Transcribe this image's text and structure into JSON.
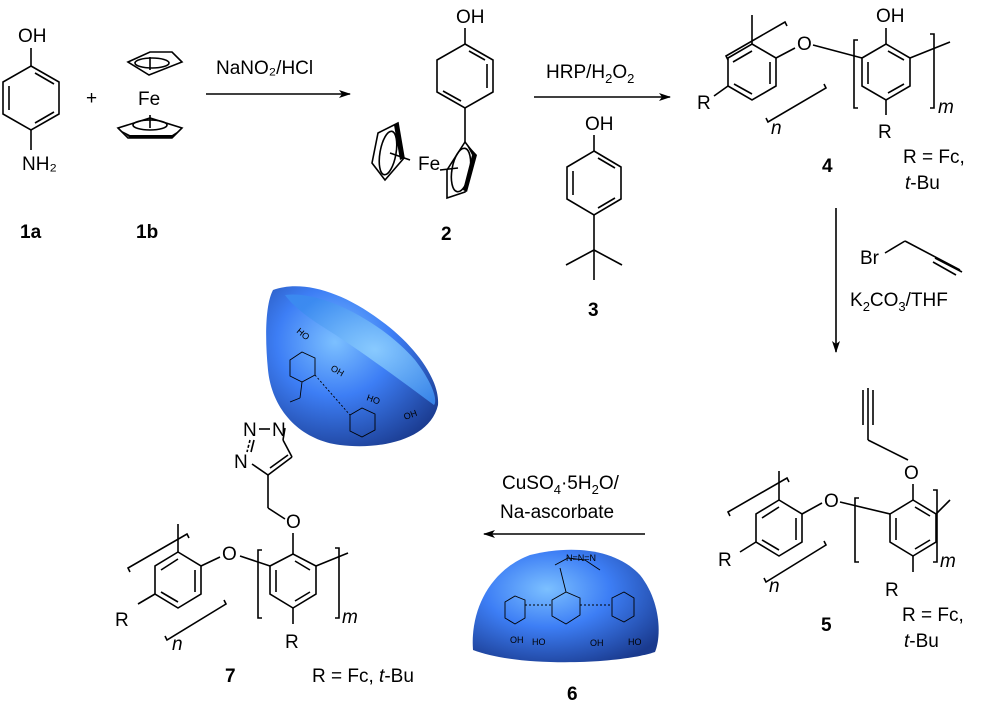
{
  "scheme": {
    "reagents": {
      "step1": "NaNO₂/HCl",
      "step2": "HRP/H₂O₂",
      "step3_line1": "K₂CO₃/THF",
      "step4_line1": "CuSO₄·5H₂O/",
      "step4_line2": "Na-ascorbate",
      "plus": "+"
    },
    "atoms": {
      "OH": "OH",
      "NH2": "NH₂",
      "Fe": "Fe",
      "O": "O",
      "R": "R",
      "Br": "Br",
      "N": "N",
      "n": "n",
      "m": "m",
      "HO": "HO"
    },
    "compounds": {
      "c1a": "1a",
      "c1b": "1b",
      "c2": "2",
      "c3": "3",
      "c4": "4",
      "c5": "5",
      "c6": "6",
      "c7": "7"
    },
    "r_groups": {
      "r4_line1": "R = Fc,",
      "r4_line2_italic": "t",
      "r4_line2_rest": "-Bu",
      "r5_line1": "R = Fc,",
      "r5_line2_italic": "t",
      "r5_line2_rest": "-Bu",
      "r7_prefix": "R = Fc, ",
      "r7_italic": "t",
      "r7_rest": "-Bu"
    },
    "colors": {
      "cyclodextrin_blue": "#3d7ef5",
      "cyclodextrin_dark": "#1a3f9e",
      "cyclodextrin_light": "#6fb6ff"
    }
  }
}
